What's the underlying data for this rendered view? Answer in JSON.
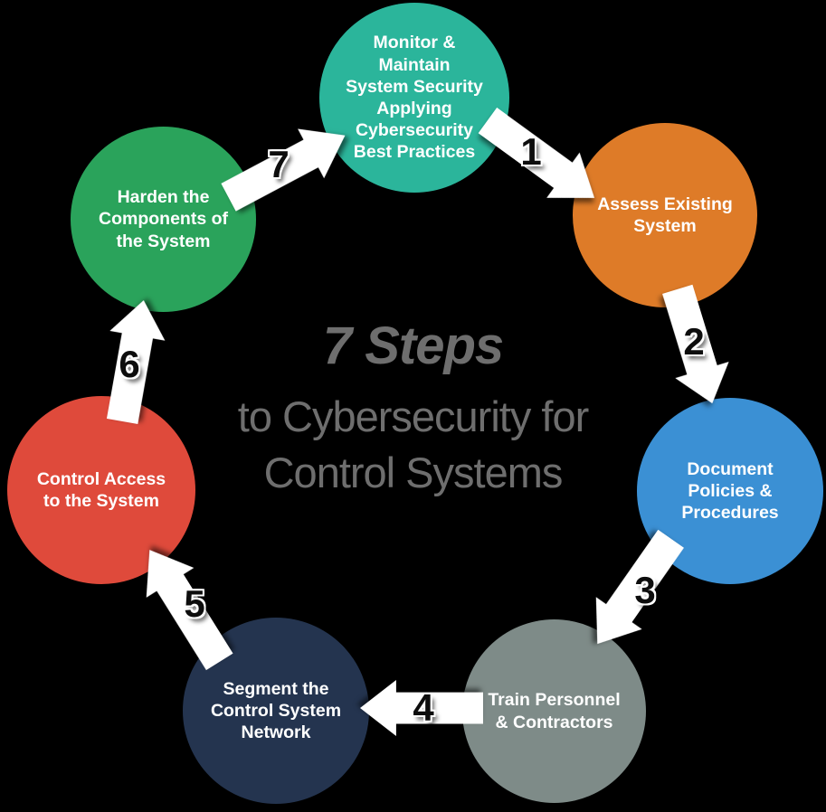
{
  "background": "#000000",
  "arrow_color": "#FFFFFF",
  "title": {
    "heading": "7 Steps",
    "subtitle_line1": "to Cybersecurity for",
    "subtitle_line2": "Control Systems",
    "text_color": "#6E6E6E"
  },
  "steps": [
    {
      "number": "1",
      "label": "Assess Existing\nSystem",
      "color": "#DE7B28"
    },
    {
      "number": "2",
      "label": "Document\nPolicies &\nProcedures",
      "color": "#3B90D4"
    },
    {
      "number": "3",
      "label": "Train Personnel\n& Contractors",
      "color": "#7E8B88"
    },
    {
      "number": "4",
      "label": "Segment the\nControl System\nNetwork",
      "color": "#24344F"
    },
    {
      "number": "5",
      "label": "Control Access\nto the System",
      "color": "#DF4A3B"
    },
    {
      "number": "6",
      "label": "Harden the\nComponents of\nthe System",
      "color": "#2AA35B"
    },
    {
      "number": "7",
      "label": "Monitor &\nMaintain\nSystem Security\nApplying\nCybersecurity\nBest Practices",
      "color": "#2BB59B"
    }
  ]
}
